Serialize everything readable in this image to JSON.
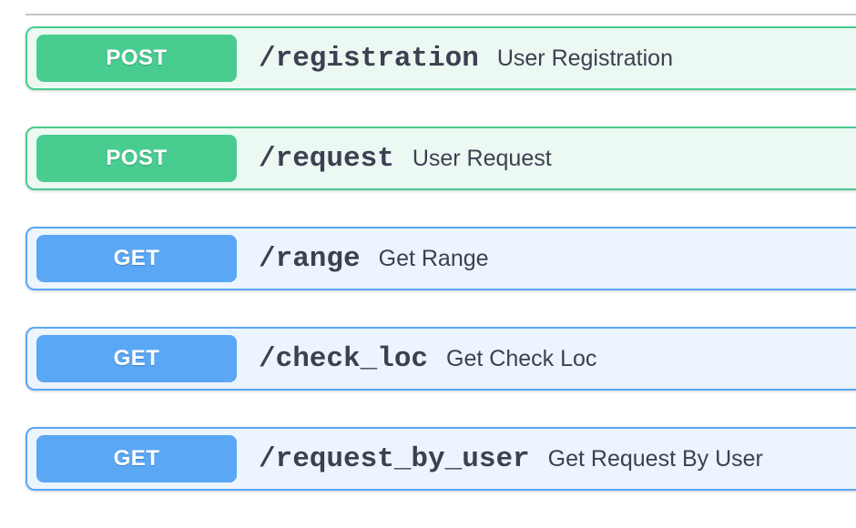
{
  "colors": {
    "post": {
      "accent": "#49cc90",
      "tint": "#ecf8f2"
    },
    "get": {
      "accent": "#5aa7f5",
      "tint": "#ecf4fd"
    },
    "text": "#3b4151",
    "divider": "#c3c5c9"
  },
  "endpoints": [
    {
      "method": "POST",
      "path": "/registration",
      "summary": "User Registration"
    },
    {
      "method": "POST",
      "path": "/request",
      "summary": "User Request"
    },
    {
      "method": "GET",
      "path": "/range",
      "summary": "Get Range"
    },
    {
      "method": "GET",
      "path": "/check_loc",
      "summary": "Get Check Loc"
    },
    {
      "method": "GET",
      "path": "/request_by_user",
      "summary": "Get Request By User"
    }
  ]
}
